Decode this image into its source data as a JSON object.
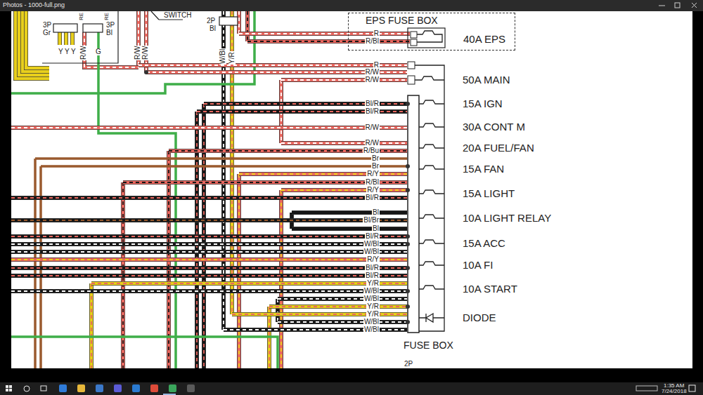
{
  "diagram": {
    "nodes": [
      {
        "text": [
          "EPS FUSE BOX",
          "40A EPS"
        ]
      },
      {
        "text": [
          "FUSE BOX"
        ]
      }
    ],
    "labels": [
      "Photos - 1000-full.png",
      "3P",
      "Gr",
      "RE",
      "RE",
      "3P",
      "Bl",
      "Y",
      "Y",
      "Y",
      "R/W",
      "G",
      "R/W",
      "R/W",
      "SWITCH",
      "2P",
      "Bl",
      "W/Bl",
      "Y/R",
      "R",
      "R/Bl",
      "R",
      "R/W",
      "R/W",
      "Bl/R",
      "Bl/R",
      "R/W",
      "R/W",
      "R/Bu",
      "Br",
      "Br",
      "R/Y",
      "R/Bl",
      "R/Y",
      "Bl/R",
      "Bl",
      "Bl/Br",
      "Bl",
      "Bl/R",
      "W/Bl",
      "W/Bl",
      "R/Y",
      "Bl/R",
      "Bl/R",
      "Y/R",
      "W/Bl",
      "W/Bl",
      "Y/R",
      "Y/R",
      "W/Bl",
      "W/Bl",
      "50A MAIN",
      "15A IGN",
      "30A CONT M",
      "20A FUEL/FAN",
      "15A FAN",
      "15A LIGHT",
      "10A LIGHT RELAY",
      "15A ACC",
      "10A FI",
      "10A START",
      "DIODE",
      "2P",
      "1:35 AM",
      "7/24/2018"
    ]
  }
}
